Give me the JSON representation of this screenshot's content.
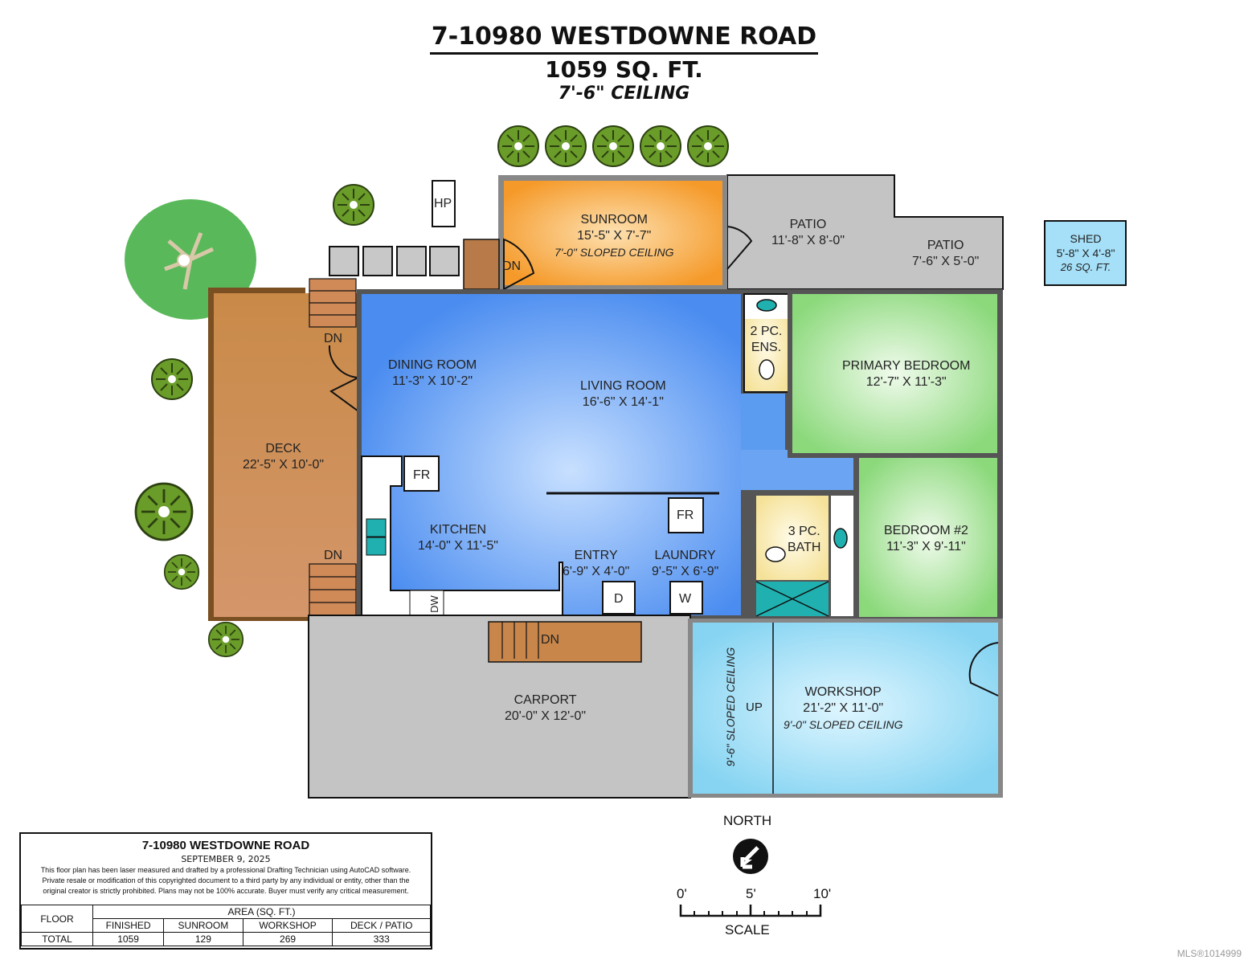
{
  "header": {
    "address": "7-10980 WESTDOWNE ROAD",
    "area": "1059 SQ. FT.",
    "ceiling": "7'-6\" CEILING"
  },
  "rooms": {
    "sunroom": {
      "name": "SUNROOM",
      "dims": "15'-5\" X 7'-7\"",
      "note": "7'-0\" SLOPED CEILING"
    },
    "patio1": {
      "name": "PATIO",
      "dims": "11'-8\" X 8'-0\""
    },
    "patio2": {
      "name": "PATIO",
      "dims": "7'-6\" X 5'-0\""
    },
    "shed": {
      "name": "SHED",
      "dims": "5'-8\" X 4'-8\"",
      "note": "26 SQ. FT."
    },
    "dining": {
      "name": "DINING ROOM",
      "dims": "11'-3\" X 10'-2\""
    },
    "living": {
      "name": "LIVING ROOM",
      "dims": "16'-6\" X 14'-1\""
    },
    "ensuite": {
      "name": "2 PC.",
      "name2": "ENS."
    },
    "primary": {
      "name": "PRIMARY BEDROOM",
      "dims": "12'-7\" X 11'-3\""
    },
    "deck": {
      "name": "DECK",
      "dims": "22'-5\" X 10'-0\""
    },
    "kitchen": {
      "name": "KITCHEN",
      "dims": "14'-0\" X 11'-5\""
    },
    "entry": {
      "name": "ENTRY",
      "dims": "6'-9\" X 4'-0\""
    },
    "laundry": {
      "name": "LAUNDRY",
      "dims": "9'-5\" X 6'-9\""
    },
    "bath": {
      "name": "3 PC.",
      "name2": "BATH"
    },
    "bedroom2": {
      "name": "BEDROOM #2",
      "dims": "11'-3\" X 9'-11\""
    },
    "carport": {
      "name": "CARPORT",
      "dims": "20'-0\" X 12'-0\""
    },
    "workshop": {
      "name": "WORKSHOP",
      "dims": "21'-2\" X 11'-0\"",
      "note": "9'-0\" SLOPED CEILING",
      "side_note": "9'-6\" SLOPED CEILING",
      "up": "UP"
    }
  },
  "fixtures": {
    "hp": "HP",
    "fr1": "FR",
    "fr2": "FR",
    "dryer": "D",
    "washer": "W",
    "dw": "DW",
    "dn_labels": [
      "DN",
      "DN",
      "DN",
      "DN"
    ]
  },
  "title_block": {
    "title": "7-10980 WESTDOWNE ROAD",
    "date": "SEPTEMBER 9, 2025",
    "disclaimer": [
      "This floor plan has been laser measured and drafted by a professional Drafting Technician using AutoCAD software.",
      "Private resale or modification of this copyrighted document to a third party by any individual or entity, other than the",
      "original creator is strictly prohibited. Plans may not be 100% accurate.  Buyer must verify any critical measurement."
    ],
    "floor_header": "FLOOR",
    "area_header": "AREA (SQ. FT.)",
    "columns": [
      "FINISHED",
      "SUNROOM",
      "WORKSHOP",
      "DECK / PATIO"
    ],
    "row_label": "TOTAL",
    "values": [
      "1059",
      "129",
      "269",
      "333"
    ]
  },
  "compass": {
    "label": "NORTH"
  },
  "scale": {
    "ticks": [
      "0'",
      "5'",
      "10'"
    ],
    "label": "SCALE"
  },
  "watermark": "MLS®1014999",
  "colors": {
    "main": "#5b9bf0",
    "sunroom": "#f7a030",
    "deck": "#c8864a",
    "bedroom": "#8ddc80",
    "workshop": "#8fd8f5",
    "concrete": "#c4c4c4",
    "bath": "#f5e4a0",
    "teal": "#20b0b0"
  }
}
